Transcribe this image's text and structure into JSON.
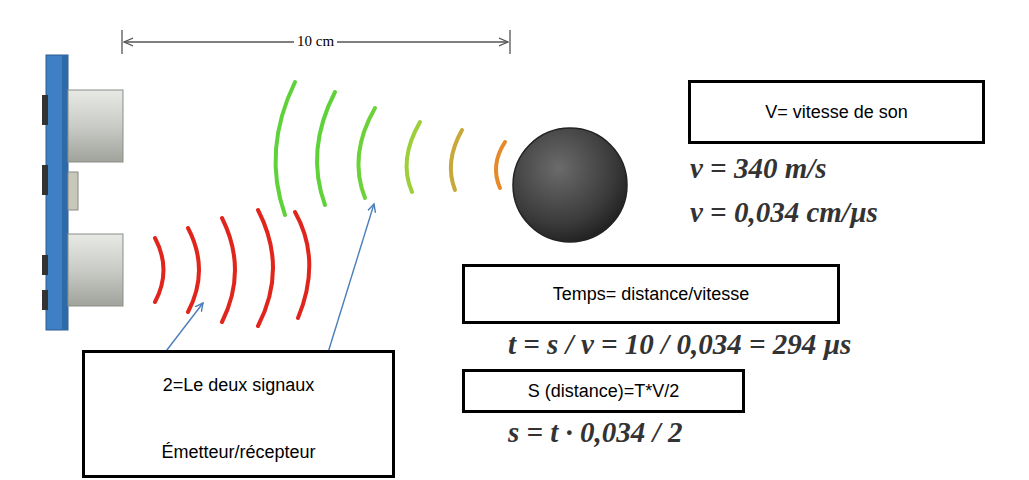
{
  "diagram": {
    "nodes": [
      {
        "text": [
          "V= vitesse de son"
        ]
      },
      {
        "text": [
          "Temps= distance/vitesse"
        ]
      },
      {
        "text": [
          "2=Le deux signaux",
          "Émetteur/récepteur"
        ]
      },
      {
        "text": [
          "S (distance)=T*V/2"
        ]
      }
    ],
    "labels": [
      "10 cm",
      "v = 340 m/s",
      "v = 0,034 cm/µs",
      "t = s / v = 10 / 0,034 = 294 µs",
      "s = t · 0,034 / 2"
    ]
  }
}
